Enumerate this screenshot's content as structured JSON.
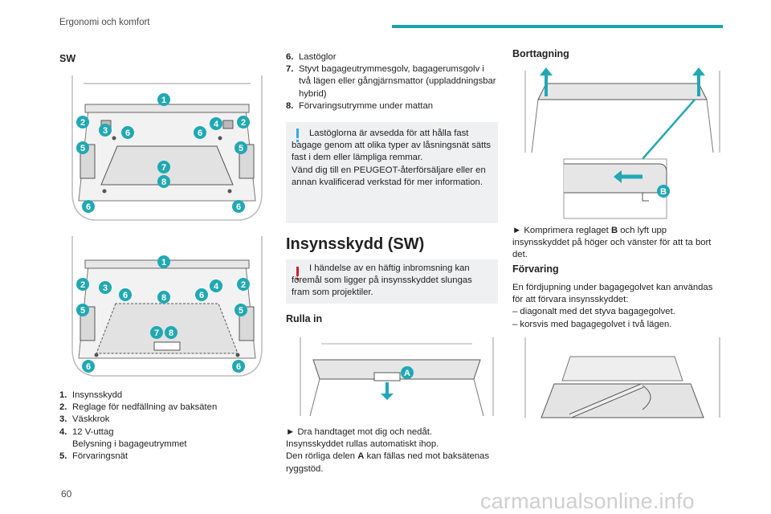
{
  "header": {
    "section_title": "Ergonomi och komfort"
  },
  "page_number": "60",
  "watermark": "carmanualsonline.info",
  "col1": {
    "heading": "SW",
    "list": [
      {
        "num": "1.",
        "text": "Insynsskydd"
      },
      {
        "num": "2.",
        "text": "Reglage för nedfällning av baksäten"
      },
      {
        "num": "3.",
        "text": "Väskkrok"
      },
      {
        "num": "4.",
        "text": "12 V-uttag\nBelysning i bagageutrymmet"
      },
      {
        "num": "5.",
        "text": "Förvaringsnät"
      }
    ],
    "figure1": {
      "labels": [
        "1",
        "2",
        "3",
        "6",
        "6",
        "4",
        "2",
        "5",
        "5",
        "7",
        "8",
        "6",
        "6"
      ]
    },
    "figure2": {
      "labels": [
        "1",
        "2",
        "3",
        "6",
        "8",
        "6",
        "4",
        "2",
        "5",
        "5",
        "7",
        "8",
        "6",
        "6"
      ]
    }
  },
  "col2": {
    "list": [
      {
        "num": "6.",
        "text": "Lastöglor"
      },
      {
        "num": "7.",
        "text": "Styvt bagageutrymmesgolv, bagagerumsgolv i två lägen eller gångjärnsmattor (uppladdningsbar hybrid)"
      },
      {
        "num": "8.",
        "text": "Förvaringsutrymme under mattan"
      }
    ],
    "info_note": "Lastöglorna är avsedda för att hålla fast bagage genom att olika typer av låsningsnät sätts fast i dem eller lämpliga remmar.\nVänd dig till en PEUGEOT-återförsäljare eller en annan kvalificerad verkstad för mer information.",
    "section_title": "Insynsskydd (SW)",
    "warning_note": "I händelse av en häftig inbromsning kan föremål som ligger på insynsskyddet slungas fram som projektiler.",
    "subheading": "Rulla in",
    "figure_label": "A",
    "instruction": "► Dra handtaget mot dig och nedåt.\nInsynsskyddet rullas automatiskt ihop.",
    "note_line_prefix": "Den rörliga delen ",
    "note_line_bold": "A",
    "note_line_suffix": " kan fällas ned mot baksätenas ryggstöd."
  },
  "col3": {
    "heading1": "Borttagning",
    "figure_label": "B",
    "instr_prefix": "► Komprimera reglaget ",
    "instr_bold": "B",
    "instr_suffix": " och lyft upp insynsskyddet på höger och vänster för att ta bort det.",
    "heading2": "Förvaring",
    "para": "En fördjupning under bagagegolvet kan användas för att förvara insynsskyddet:",
    "dash_items": [
      "diagonalt med det styva bagagegolvet.",
      "korsvis med bagagegolvet i två lägen."
    ]
  },
  "colors": {
    "accent": "#1aa3ad",
    "info": "#39a8e0",
    "warning": "#d4202a",
    "badge": "#21a8b3"
  }
}
